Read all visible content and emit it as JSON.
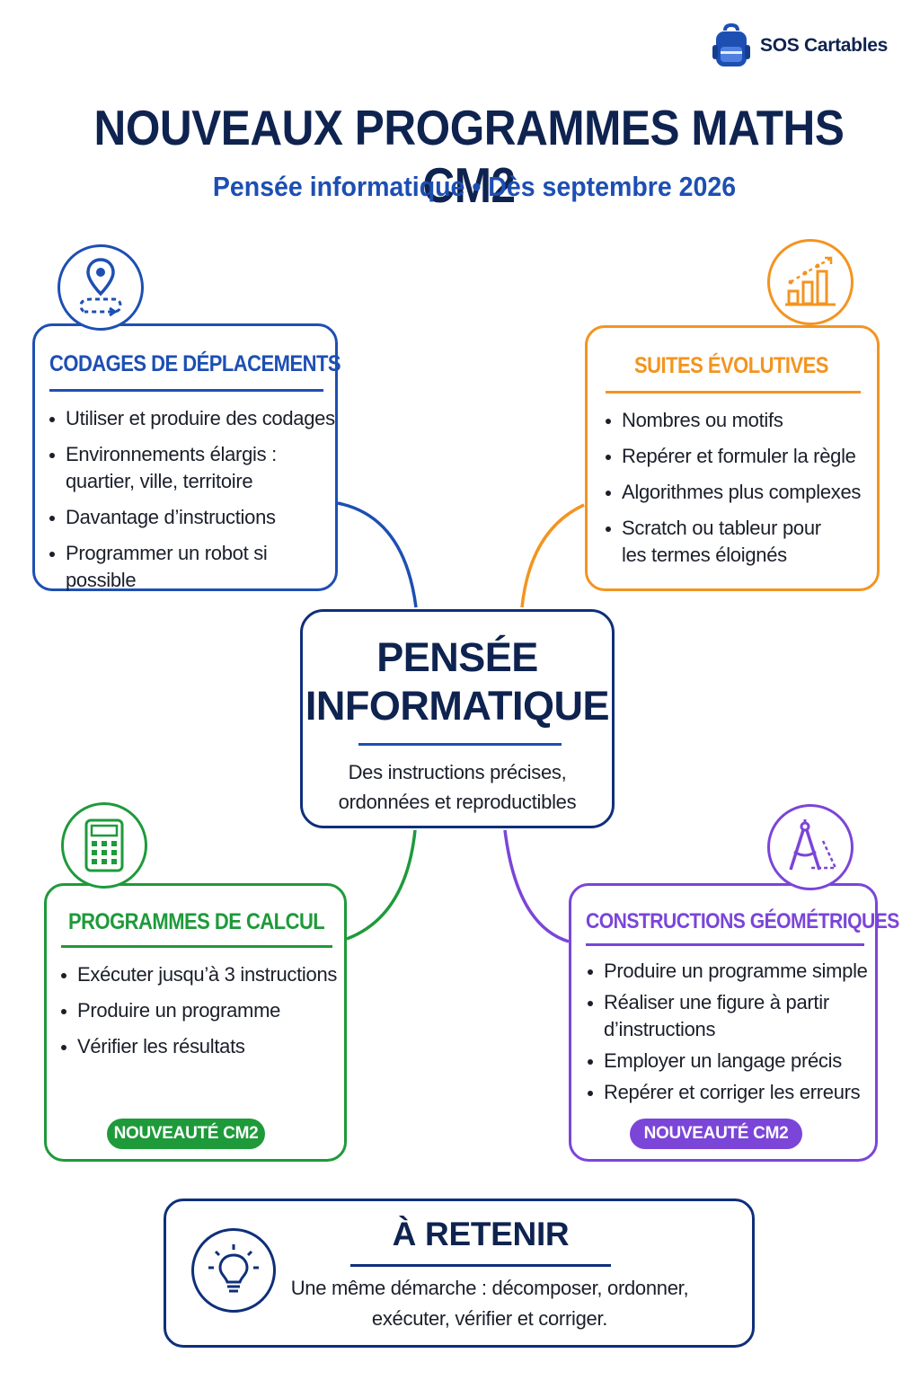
{
  "brand": {
    "name": "SOS Cartables"
  },
  "header": {
    "title": "NOUVEAUX PROGRAMMES MATHS CM2",
    "subtitle": "Pensée informatique • Dès septembre 2026"
  },
  "colors": {
    "blue": "#1d4fb3",
    "navy": "#0f2350",
    "orange": "#f39420",
    "green": "#1e9a3a",
    "purple": "#7b45d8"
  },
  "center": {
    "title_line1": "PENSÉE",
    "title_line2": "INFORMATIQUE",
    "desc_line1": "Des instructions précises,",
    "desc_line2": "ordonnées et reproductibles"
  },
  "cards": {
    "codages": {
      "title": "CODAGES DE DÉPLACEMENTS",
      "icon": "location-path-icon",
      "items": [
        "Utiliser et produire des codages",
        "Environnements élargis : quartier, ville, territoire",
        "Davantage d’instructions",
        "Programmer un robot si possible"
      ]
    },
    "suites": {
      "title": "SUITES ÉVOLUTIVES",
      "icon": "growth-chart-icon",
      "items": [
        "Nombres ou motifs",
        "Repérer et formuler la règle",
        "Algorithmes plus complexes",
        "Scratch ou tableur pour les termes éloignés"
      ]
    },
    "calcul": {
      "title": "PROGRAMMES DE CALCUL",
      "icon": "calculator-icon",
      "items": [
        "Exécuter jusqu’à 3 instructions",
        "Produire un programme",
        "Vérifier les résultats"
      ],
      "badge": "NOUVEAUTÉ CM2"
    },
    "geometrie": {
      "title": "CONSTRUCTIONS GÉOMÉTRIQUES",
      "icon": "compass-icon",
      "items": [
        "Produire un programme simple",
        "Réaliser une figure à partir d’instructions",
        "Employer un langage précis",
        "Repérer et corriger les erreurs"
      ],
      "badge": "NOUVEAUTÉ CM2"
    }
  },
  "retenir": {
    "title": "À RETENIR",
    "line1": "Une même démarche : décomposer, ordonner,",
    "line2": "exécuter, vérifier et corriger.",
    "icon": "lightbulb-icon"
  }
}
